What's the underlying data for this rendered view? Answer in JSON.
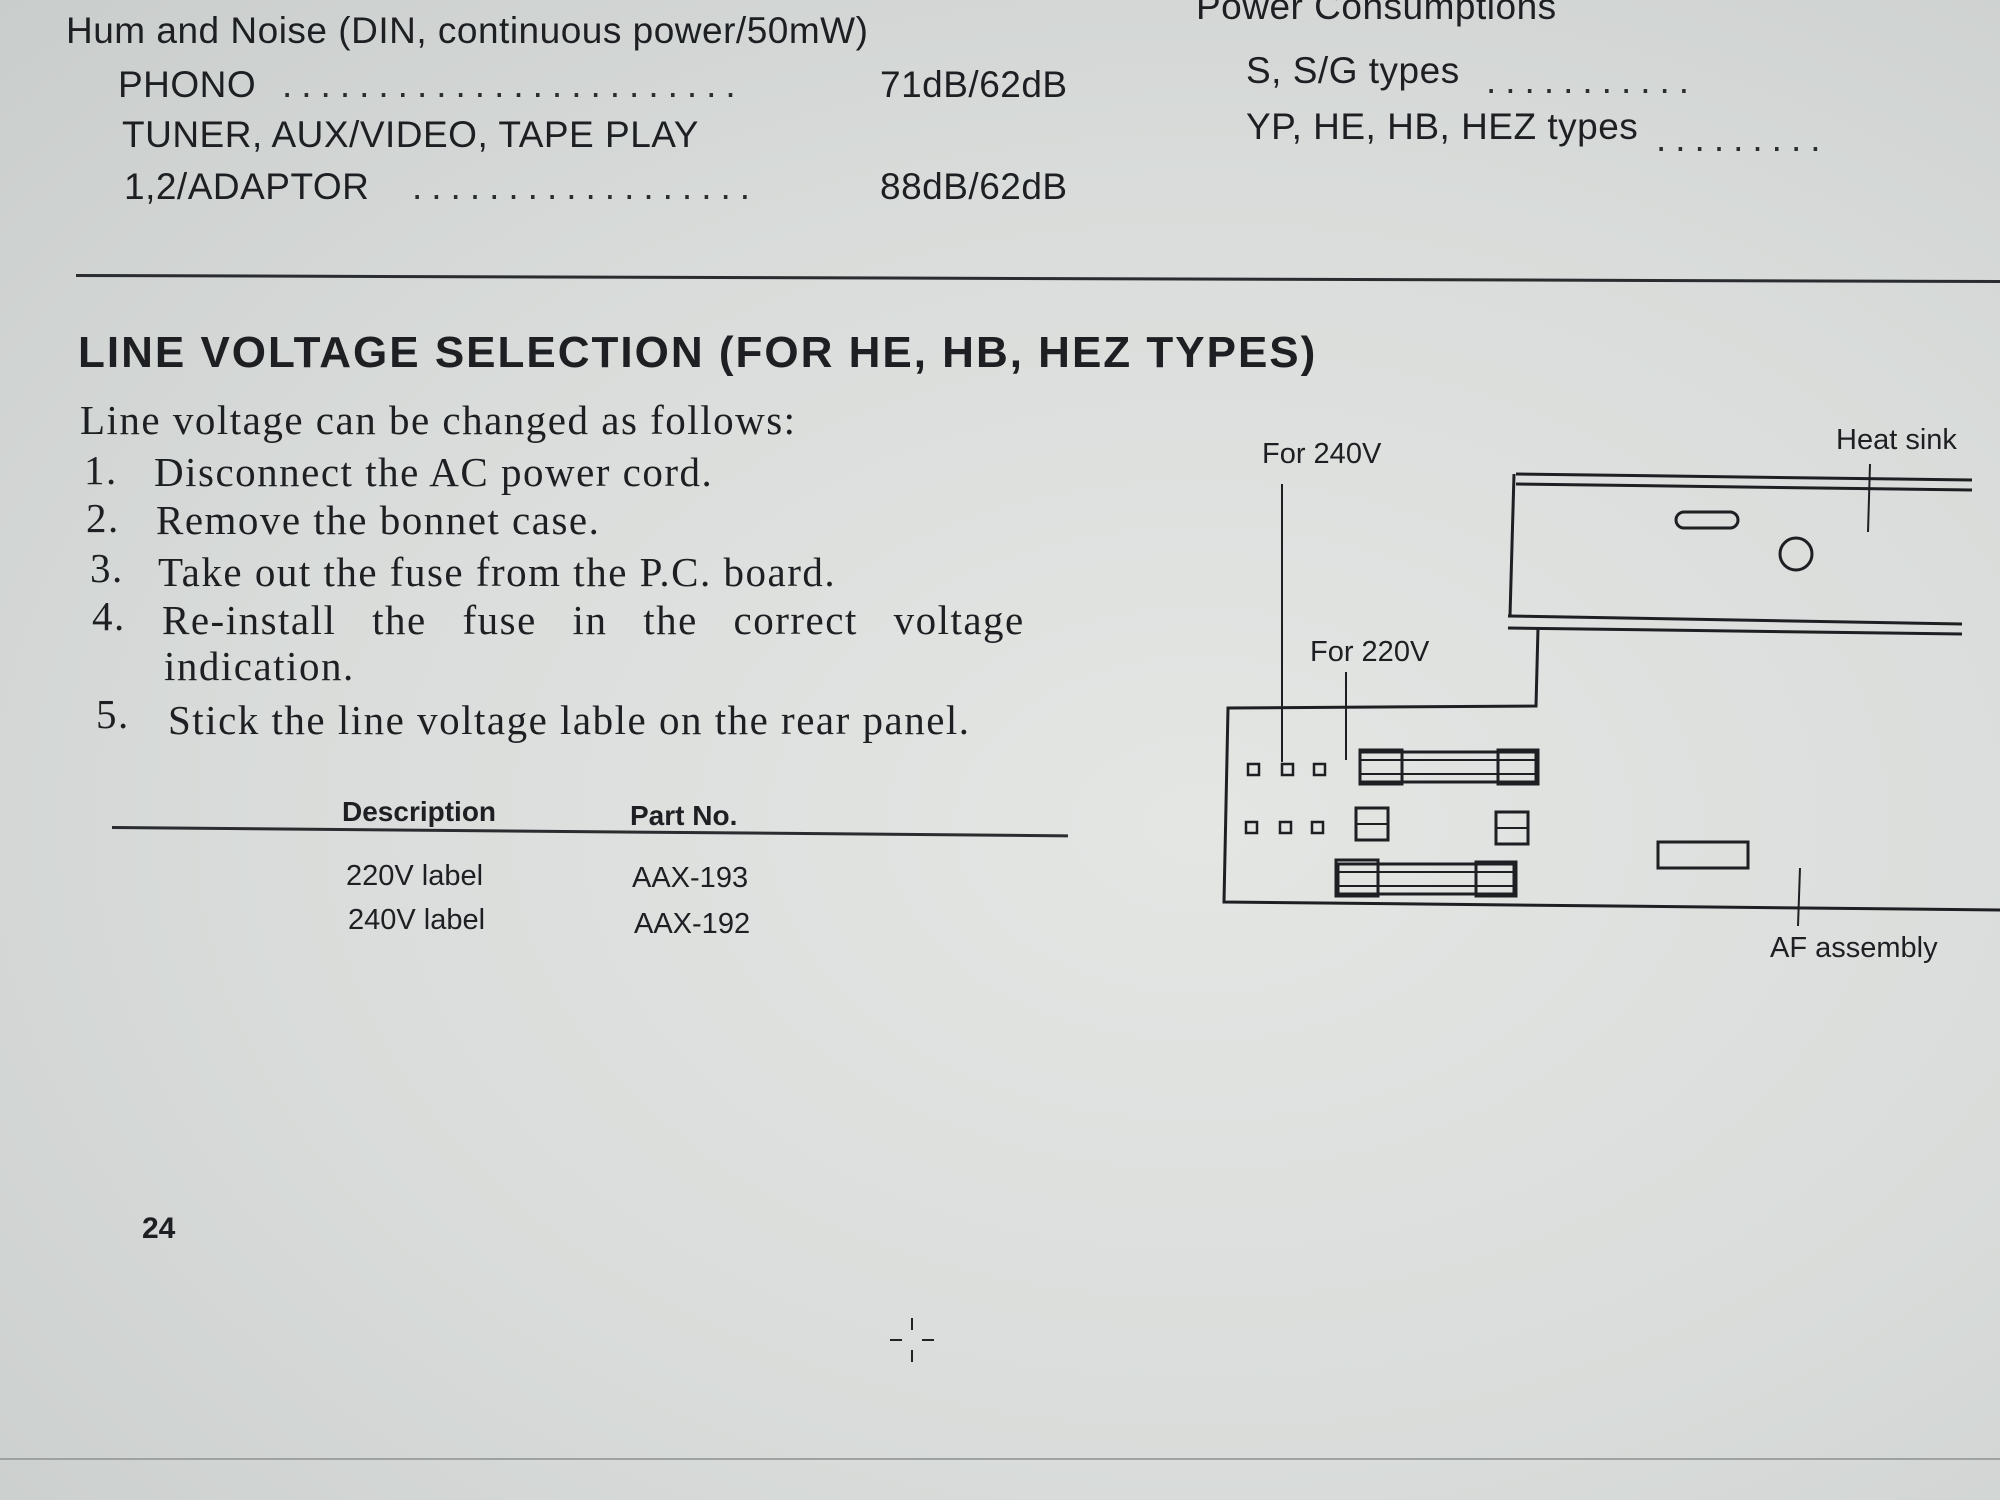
{
  "specs_left": {
    "heading": "Hum and Noise (DIN, continuous power/50mW)",
    "rows": [
      {
        "label": "PHONO",
        "dots": "........................",
        "value": "71dB/62dB"
      },
      {
        "label": "TUNER, AUX/VIDEO, TAPE PLAY",
        "dots": "",
        "value": ""
      },
      {
        "label": "1,2/ADAPTOR",
        "dots": "..................",
        "value": "88dB/62dB"
      }
    ]
  },
  "specs_right": {
    "heading": "Power Consumptions",
    "rows": [
      {
        "label": "S, S/G types",
        "dots": "..........."
      },
      {
        "label": "YP, HE, HB, HEZ types",
        "dots": "........."
      }
    ]
  },
  "section": {
    "title": "LINE VOLTAGE SELECTION (FOR HE, HB, HEZ TYPES)",
    "intro": "Line voltage can be changed as follows:",
    "steps": [
      {
        "num": "1.",
        "text": "Disconnect the AC power cord."
      },
      {
        "num": "2.",
        "text": "Remove the bonnet case."
      },
      {
        "num": "3.",
        "text": "Take out the fuse from the P.C. board."
      },
      {
        "num": "4.",
        "text": "Re-install the fuse in the correct voltage",
        "cont": "indication."
      },
      {
        "num": "5.",
        "text": "Stick the line voltage lable on the rear panel."
      }
    ]
  },
  "table": {
    "headers": [
      "Description",
      "Part No."
    ],
    "rows": [
      [
        "220V label",
        "AAX-193"
      ],
      [
        "240V label",
        "AAX-192"
      ]
    ]
  },
  "diagram": {
    "label_240": "For 240V",
    "label_220": "For 220V",
    "label_heatsink": "Heat sink",
    "label_af": "AF assembly"
  },
  "page_number": "24"
}
